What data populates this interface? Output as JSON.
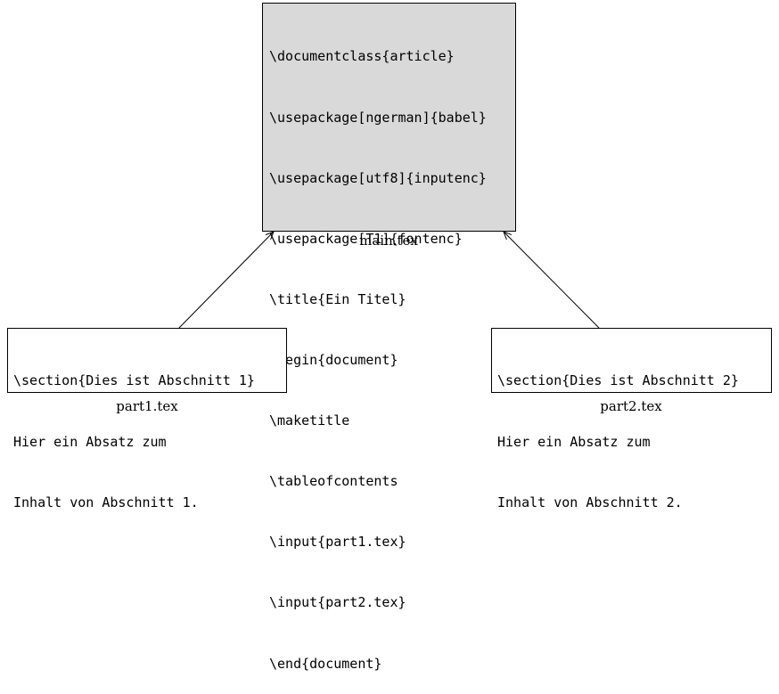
{
  "main": {
    "lines": [
      "\\documentclass{article}",
      "\\usepackage[ngerman]{babel}",
      "\\usepackage[utf8]{inputenc}",
      "\\usepackage[T1]{fontenc}",
      "\\title{Ein Titel}",
      "\\begin{document}",
      "\\maketitle",
      "\\tableofcontents",
      "\\input{part1.tex}",
      "\\input{part2.tex}",
      "\\end{document}"
    ],
    "caption": "main.tex",
    "fill_color": "#d9d9d9"
  },
  "part1": {
    "lines": [
      "\\section{Dies ist Abschnitt 1}",
      "Hier ein Absatz zum",
      "Inhalt von Abschnitt 1."
    ],
    "caption": "part1.tex"
  },
  "part2": {
    "lines": [
      "\\section{Dies ist Abschnitt 2}",
      "Hier ein Absatz zum",
      "Inhalt von Abschnitt 2."
    ],
    "caption": "part2.tex"
  }
}
